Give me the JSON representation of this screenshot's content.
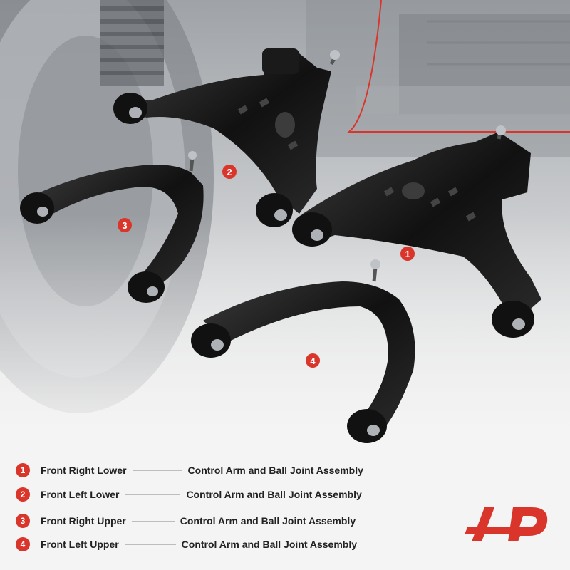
{
  "markers": [
    "1",
    "2",
    "3",
    "4"
  ],
  "legend": [
    {
      "num": "1",
      "position": "Front Right Lower",
      "description": "Control Arm and Ball Joint Assembly"
    },
    {
      "num": "2",
      "position": "Front Left Lower",
      "description": "Control Arm and Ball Joint Assembly"
    },
    {
      "num": "3",
      "position": "Front Right Upper",
      "description": "Control Arm and Ball Joint Assembly"
    },
    {
      "num": "4",
      "position": "Front Left Upper",
      "description": "Control Arm and Ball Joint Assembly"
    }
  ],
  "colors": {
    "accent": "#d9352b",
    "part": "#141414",
    "background": "#f4f4f4"
  },
  "logo_icon": "brand-logo-icon"
}
